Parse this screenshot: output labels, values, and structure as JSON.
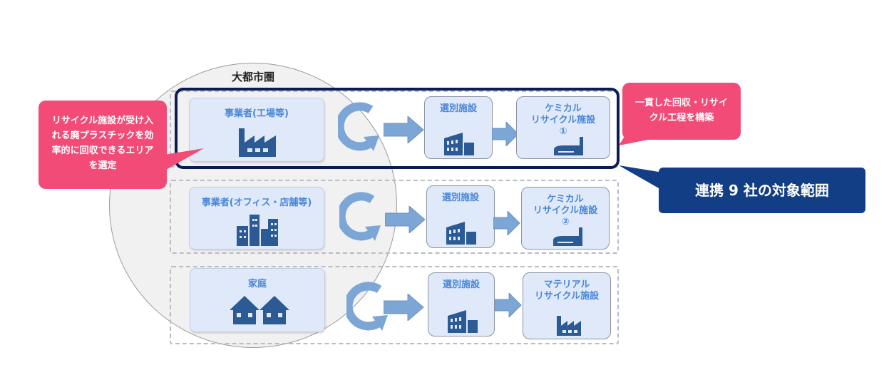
{
  "metro_area": {
    "label": "大都市圏"
  },
  "rows": [
    {
      "source": {
        "label": "事業者(工場等)",
        "icon": "factory-icon"
      },
      "sorting": {
        "label": "選別施設",
        "icon": "building-icon"
      },
      "recycling": {
        "label": "ケミカル\nリサイクル施設\n①",
        "icon": "chemical-plant-icon"
      }
    },
    {
      "source": {
        "label": "事業者(オフィス・店舗等)",
        "icon": "office-buildings-icon"
      },
      "sorting": {
        "label": "選別施設",
        "icon": "building-icon"
      },
      "recycling": {
        "label": "ケミカル\nリサイクル施設\n②",
        "icon": "chemical-plant-icon"
      }
    },
    {
      "source": {
        "label": "家庭",
        "icon": "houses-icon"
      },
      "sorting": {
        "label": "選別施設",
        "icon": "building-icon"
      },
      "recycling": {
        "label": "マテリアル\nリサイクル施設",
        "icon": "factory-icon"
      }
    }
  ],
  "callouts": {
    "area_selection": "リサイクル施設が受け入\nれる廃プラスチックを効\n率的に回収できるエリア\nを選定",
    "consistent_process": "一貫した回収・リサイ\nクル工程を構築",
    "scope": "連携 9 社の対象範囲"
  },
  "colors": {
    "pink_callout": "#f24b78",
    "navy_callout": "#123e86",
    "scope_border": "#0d1b54",
    "box_fill": "#dfe9fa",
    "label_blue": "#4a86d8",
    "icon_blue": "#2b5a94",
    "arrow_blue": "#7ba6d6"
  }
}
